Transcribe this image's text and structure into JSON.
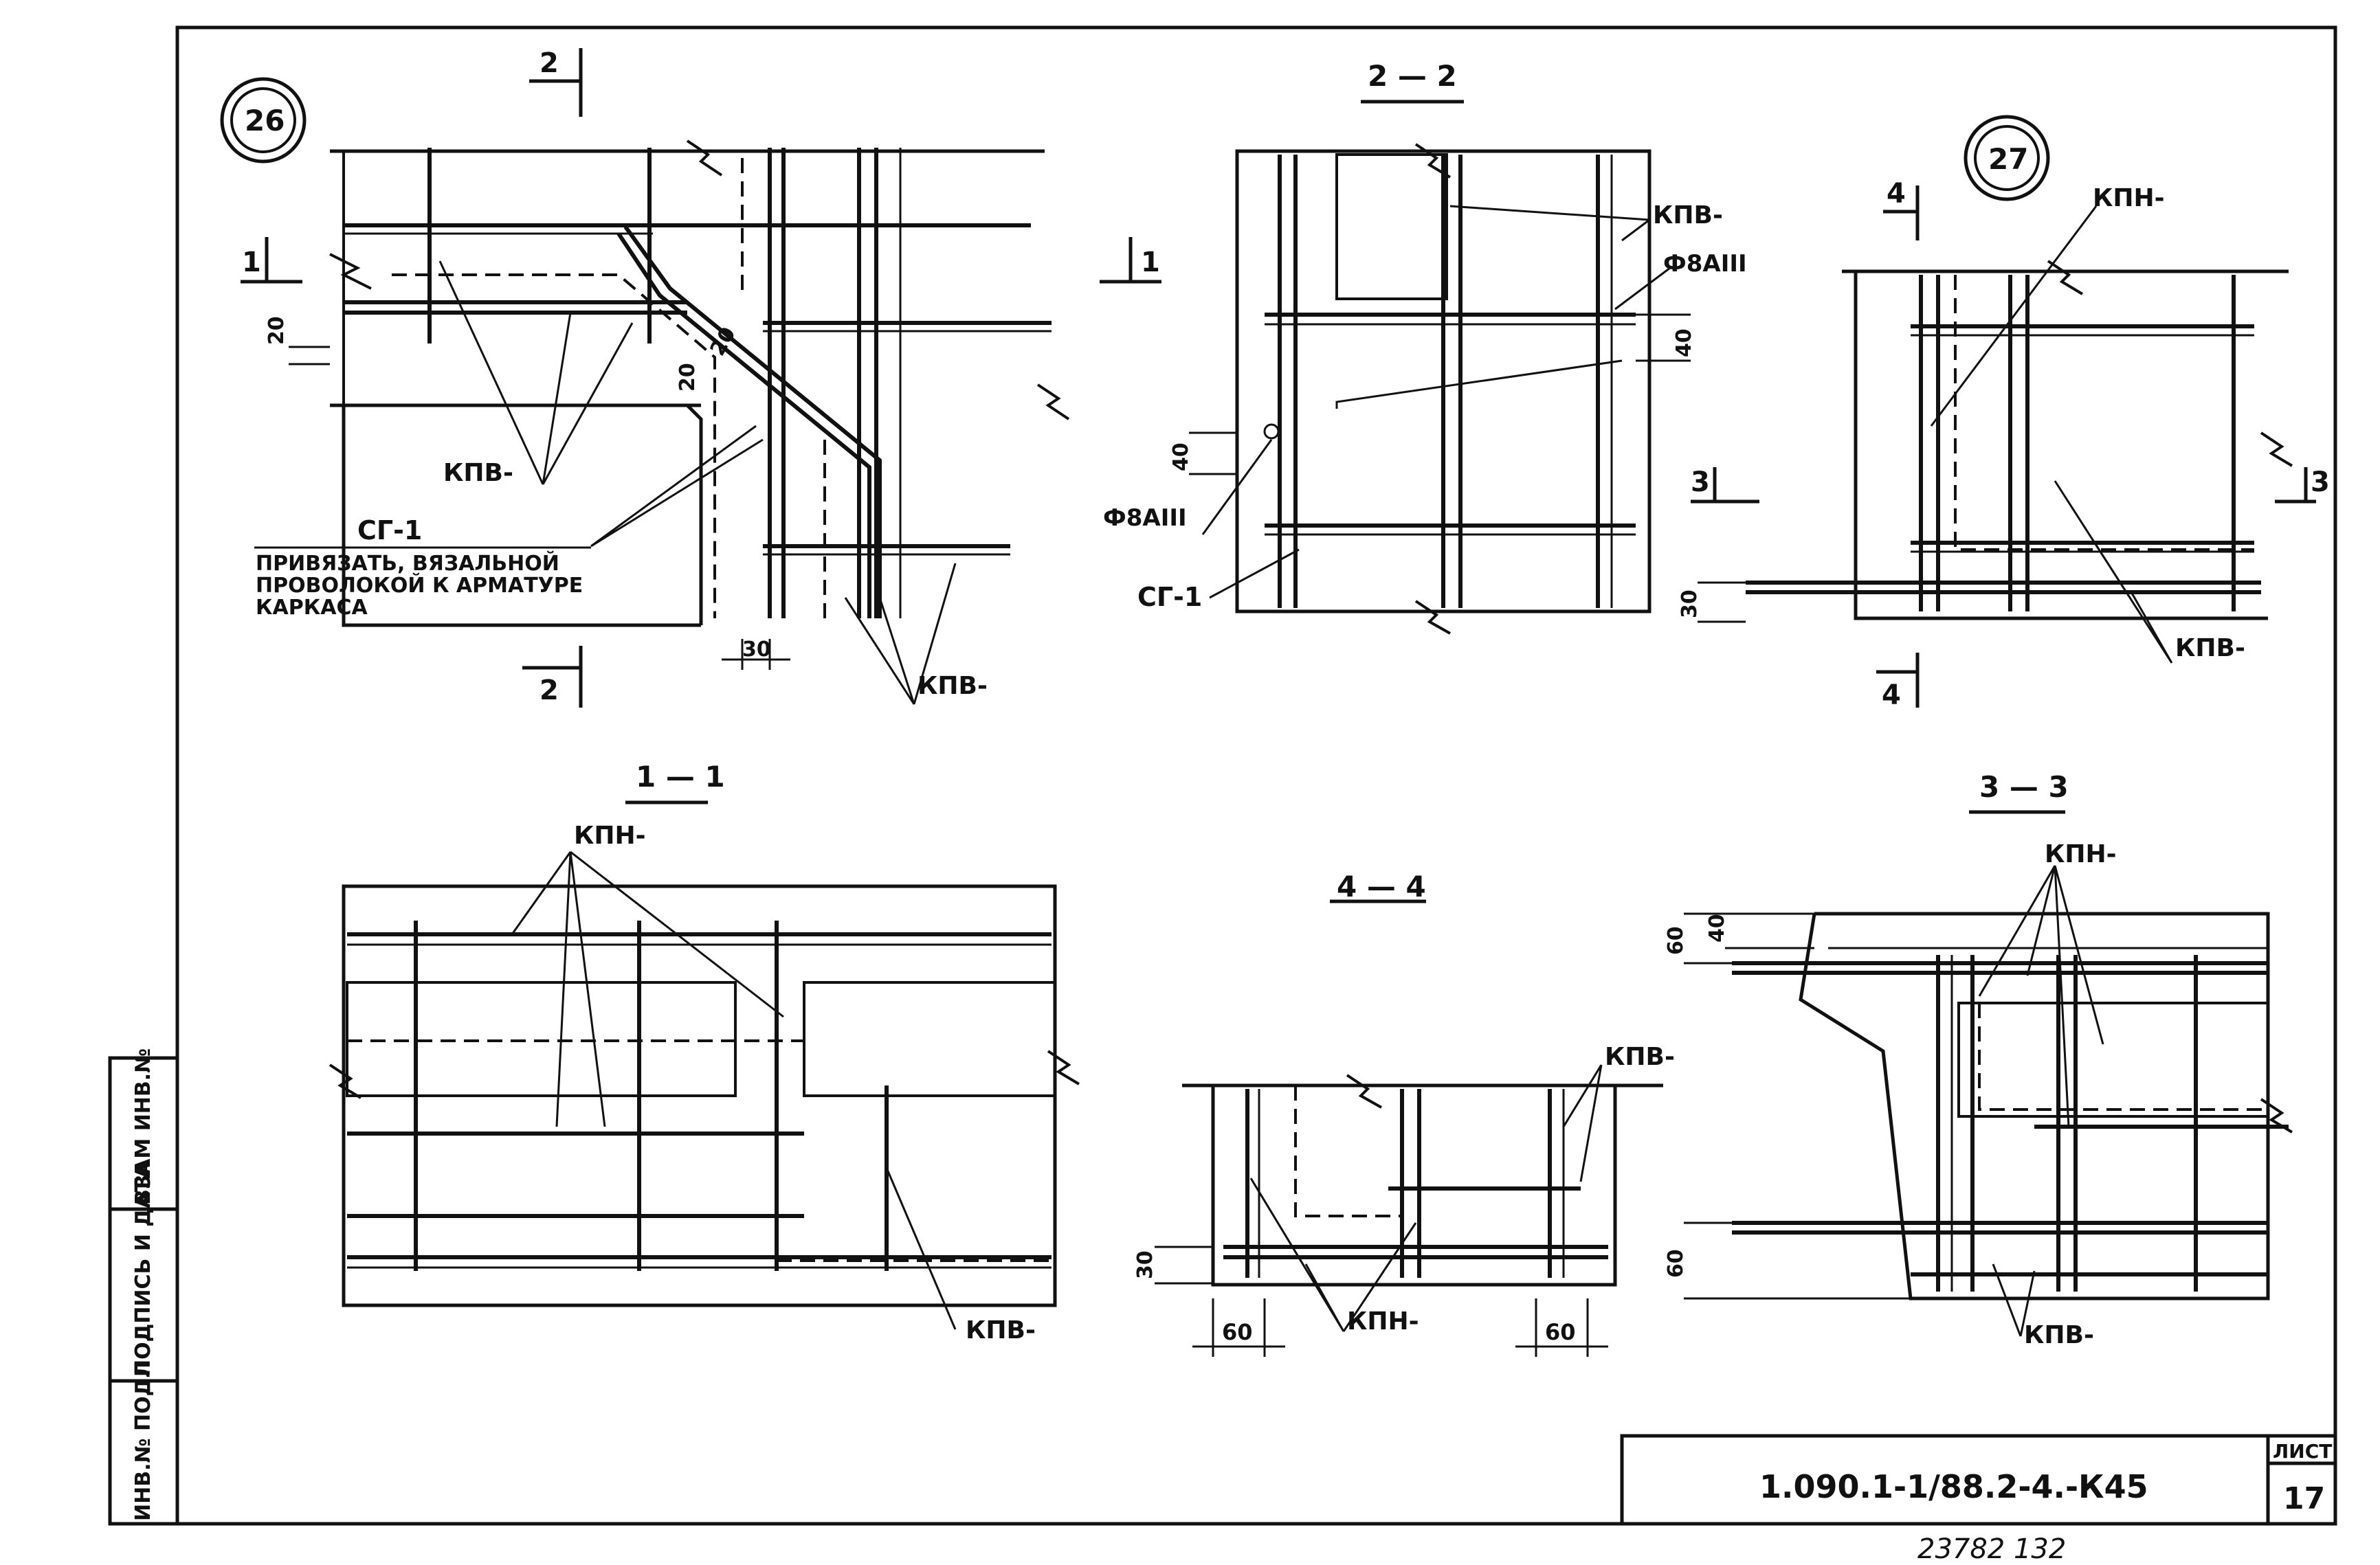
{
  "title_block": {
    "code": "1.090.1-1/88.2-4.-К45",
    "sheet_label": "ЛИСТ",
    "sheet_number": "17",
    "archive_number": "23782  132"
  },
  "side_stamp": {
    "labels": [
      "ИНВ.№ ПОДЛ",
      "ПОДПИСЬ И ДАТА",
      "ВЗАМ ИНВ.№"
    ]
  },
  "node_26": {
    "callout": "26",
    "cut_top": "2",
    "cut_bottom": "2",
    "cut_left": "1",
    "cut_right": "1",
    "dim_20a": "20",
    "dim_20b": "20",
    "dim_20c": "20",
    "dim_30": "30",
    "label_kpv1": "КПВ-",
    "label_kpv2": "КПВ-",
    "label_sg": "СГ-1",
    "note_lines": [
      "ПРИВЯЗАТЬ, ВЯЗАЛЬНОЙ",
      "ПРОВОЛОКОЙ К АРМАТУРЕ",
      "КАРКАСА"
    ]
  },
  "section_2_2": {
    "title": "2 — 2",
    "label_kpv": "КПВ-",
    "label_f8_right": "Ф8АIII",
    "label_f8_left": "Ф8АIII",
    "label_sg": "СГ-1",
    "dim_40a": "40",
    "dim_40b": "40"
  },
  "node_27": {
    "callout": "27",
    "cut_top": "4",
    "cut_bottom": "4",
    "cut_left": "3",
    "cut_right": "3",
    "label_kpn": "КПН-",
    "label_kpv": "КПВ-",
    "dim_30": "30"
  },
  "section_1_1": {
    "title": "1 — 1",
    "label_kpn": "КПН-",
    "label_kpv": "КПВ-"
  },
  "section_4_4": {
    "title": "4 — 4",
    "label_kpv": "КПВ-",
    "label_kpn": "КПН-",
    "dim_30": "30",
    "dim_60a": "60",
    "dim_60b": "60"
  },
  "section_3_3": {
    "title": "3 — 3",
    "label_kpn": "КПН-",
    "label_kpv": "КПВ-",
    "dim_60a": "60",
    "dim_40": "40",
    "dim_60b": "60"
  }
}
